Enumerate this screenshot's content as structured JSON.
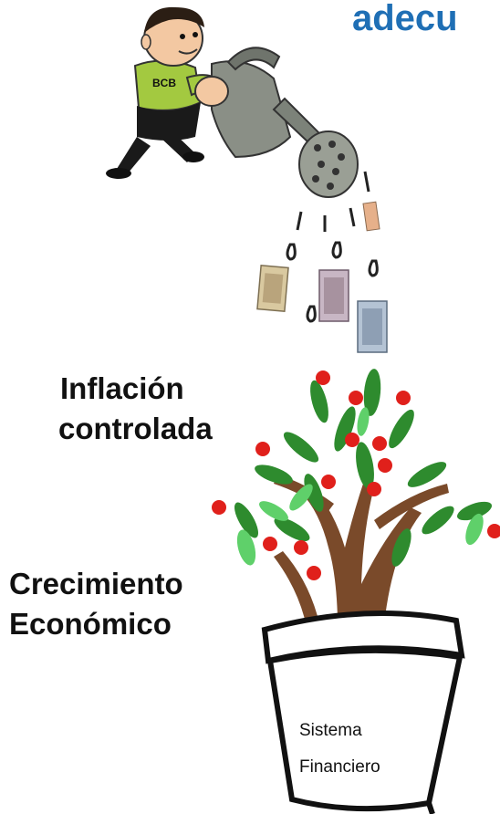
{
  "title_fragment": "adecu",
  "labels": {
    "inflation_line1": "Inflación",
    "inflation_line2": "controlada",
    "growth_line1": "Crecimiento",
    "growth_line2": "Económico"
  },
  "character_badge": "BCB",
  "pot": {
    "line1": "Sistema",
    "line2": "Financiero"
  },
  "colors": {
    "title": "#1f6fb5",
    "leaf": "#2e8b2e",
    "leaf_light": "#5fd06a",
    "fruit": "#e0201b",
    "trunk": "#7a4a2a",
    "shirt": "#a3c940",
    "can": "#8a8f86"
  }
}
